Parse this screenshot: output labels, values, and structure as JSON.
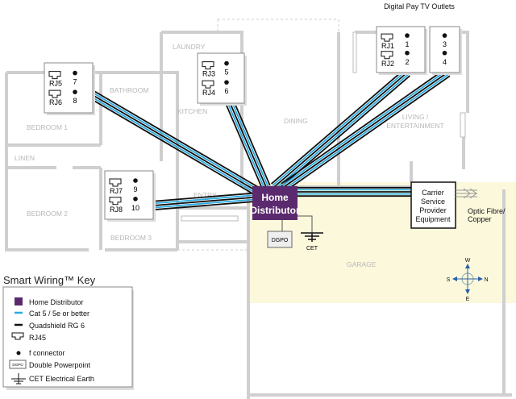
{
  "colors": {
    "distributor": "#5b2a6e",
    "cat5": "#29abe2",
    "rg6": "#111111",
    "garage": "#fbf8dc",
    "walls": "#cfcfcf",
    "compass": "#2a5fa8"
  },
  "title": "Digital Pay TV Outlets",
  "rooms": {
    "laundry": "LAUNDRY",
    "bathroom": "BATHROOM",
    "kitchen": "KITCHEN",
    "dining": "DINING",
    "living1": "LIVING /",
    "living2": "ENTERTAINMENT",
    "bedroom1": "BEDROOM 1",
    "linen": "LINEN",
    "bedroom2": "BEDROOM 2",
    "bedroom3": "BEDROOM 3",
    "entry": "ENTRY",
    "garage": "GARAGE"
  },
  "outlets": {
    "a": {
      "rj_top": "RJ5",
      "rj_bot": "RJ6",
      "f_top": "7",
      "f_bot": "8"
    },
    "b": {
      "rj_top": "RJ3",
      "rj_bot": "RJ4",
      "f_top": "5",
      "f_bot": "6"
    },
    "c": {
      "rj_top": "RJ1",
      "rj_bot": "RJ2",
      "f_top": "1",
      "f_bot": "2"
    },
    "d": {
      "f_top": "3",
      "f_bot": "4"
    },
    "e": {
      "rj_top": "RJ7",
      "rj_bot": "RJ8",
      "f_top": "9",
      "f_bot": "10"
    }
  },
  "distributor": {
    "line1": "Home",
    "line2": "Distributor"
  },
  "dgpo": "DGPO",
  "cet": "CET",
  "carrier": [
    "Carrier",
    "Service",
    "Provider",
    "Equipment"
  ],
  "optic": [
    "Optic Fibre/",
    "Copper"
  ],
  "compass": {
    "w": "W",
    "e": "E",
    "s": "S",
    "n": "N"
  },
  "key": {
    "title": "Smart Wiring™ Key",
    "items": [
      "Home Distributor",
      "Cat 5 / 5e or better",
      "Quadshield RG 6",
      "RJ45",
      "f connector",
      "Double Powerpoint",
      "CET Electrical Earth"
    ],
    "dgpo_icon": "DGPO"
  }
}
